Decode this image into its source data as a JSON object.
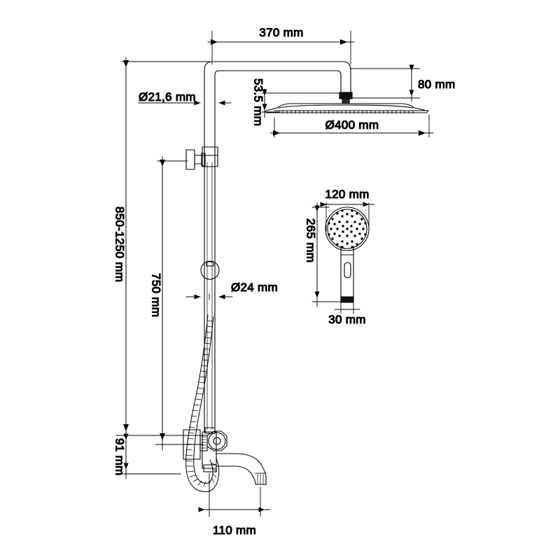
{
  "drawing": {
    "title": "Shower system technical dimension drawing",
    "units": "mm",
    "line_color": "#000000",
    "background_color": "#ffffff"
  },
  "dimensions": {
    "arm_reach": "370 mm",
    "riser_pipe_diameter": "Ø21,6 mm",
    "head_offset_vertical": "80 mm",
    "head_thickness": "53.5 mm",
    "head_diameter": "Ø400 mm",
    "riser_height_range": "850-1250 mm",
    "slider_bar_travel": "750 mm",
    "slider_rod_diameter": "Ø24 mm",
    "hand_shower_head_diameter": "120 mm",
    "hand_shower_length": "265 mm",
    "hand_shower_handle_width": "30 mm",
    "mixer_height_from_base": "91 mm",
    "spout_projection": "110 mm"
  },
  "parts": {
    "shower_arm": "shower-arm",
    "rain_head": "rain-shower-head",
    "riser_pipe": "riser-pipe",
    "wall_bracket": "wall-bracket",
    "slider_holder": "slider-holder",
    "flexible_hose": "flexible-hose",
    "mixer_valve": "mixer-valve",
    "diverter_handle": "diverter-handle",
    "bath_spout": "bath-spout",
    "hand_shower": "hand-shower"
  }
}
